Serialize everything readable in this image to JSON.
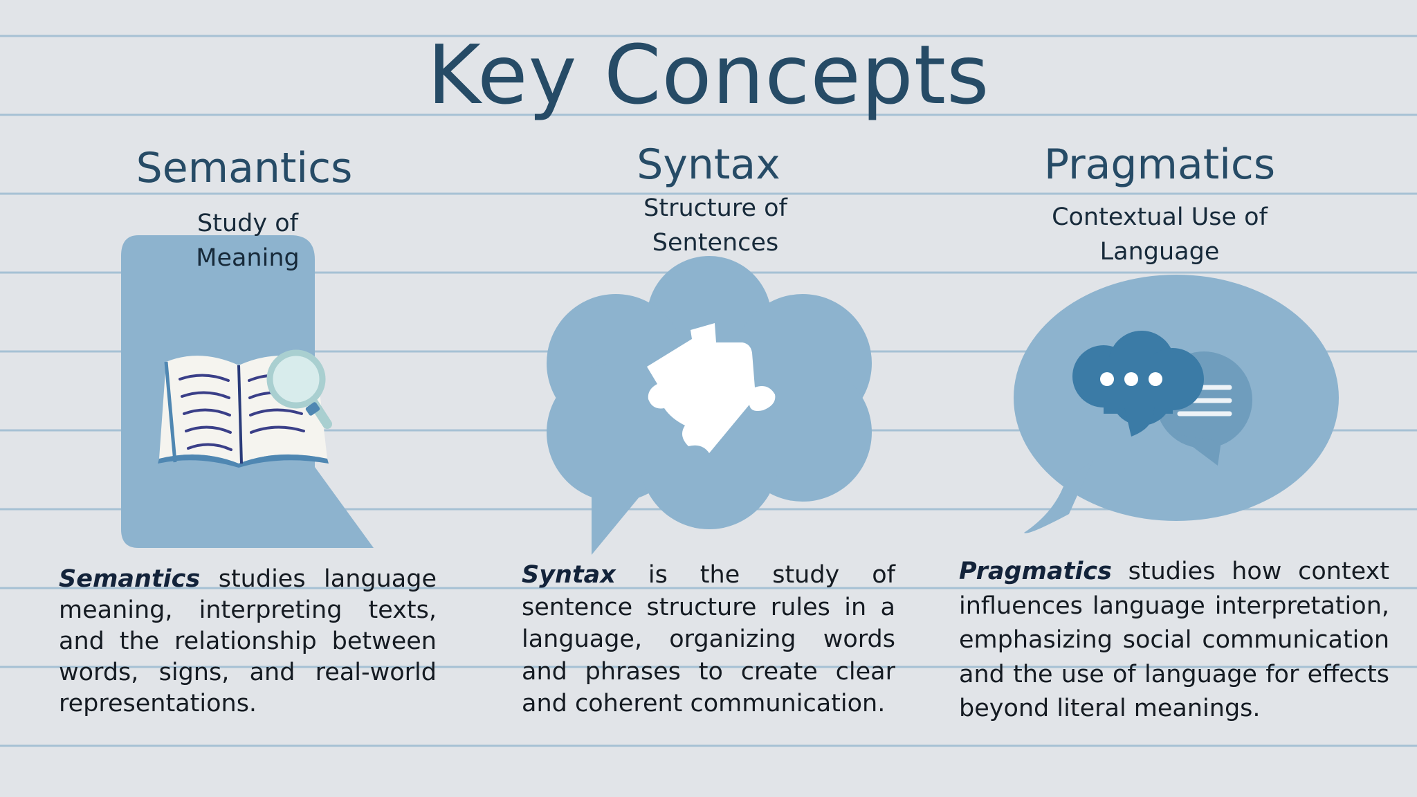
{
  "slide": {
    "title": "Key Concepts"
  },
  "columns": [
    {
      "heading": "Semantics",
      "subtitle_lines": [
        "Study of",
        "Meaning"
      ],
      "icon": "open-book-with-magnifier-icon",
      "term": "Semantics",
      "description": " studies language meaning, interpreting texts, and the relationship between words, signs, and real-world representations."
    },
    {
      "heading": "Syntax",
      "subtitle_lines": [
        "Structure of",
        "Sentences"
      ],
      "icon": "puzzle-piece-icon",
      "term": "Syntax",
      "description": " is the study of sentence structure rules in a language, organizing words and phrases to create clear and coherent communication."
    },
    {
      "heading": "Pragmatics",
      "subtitle_lines": [
        "Contextual Use of",
        "Language"
      ],
      "icon": "chat-bubbles-icon",
      "term": "Pragmatics",
      "description": " studies how context influences language interpretation, emphasizing social communication and the use of language for effects beyond literal meanings."
    }
  ],
  "colors": {
    "background": "#e1e4e8",
    "ruled_line": "#a6c1d4",
    "shape_fill": "#8db3ce",
    "title": "#264b66",
    "body_text": "#151b22",
    "icon_dark_blue": "#3b7ba6",
    "icon_mid_blue": "#6f9dbd"
  }
}
